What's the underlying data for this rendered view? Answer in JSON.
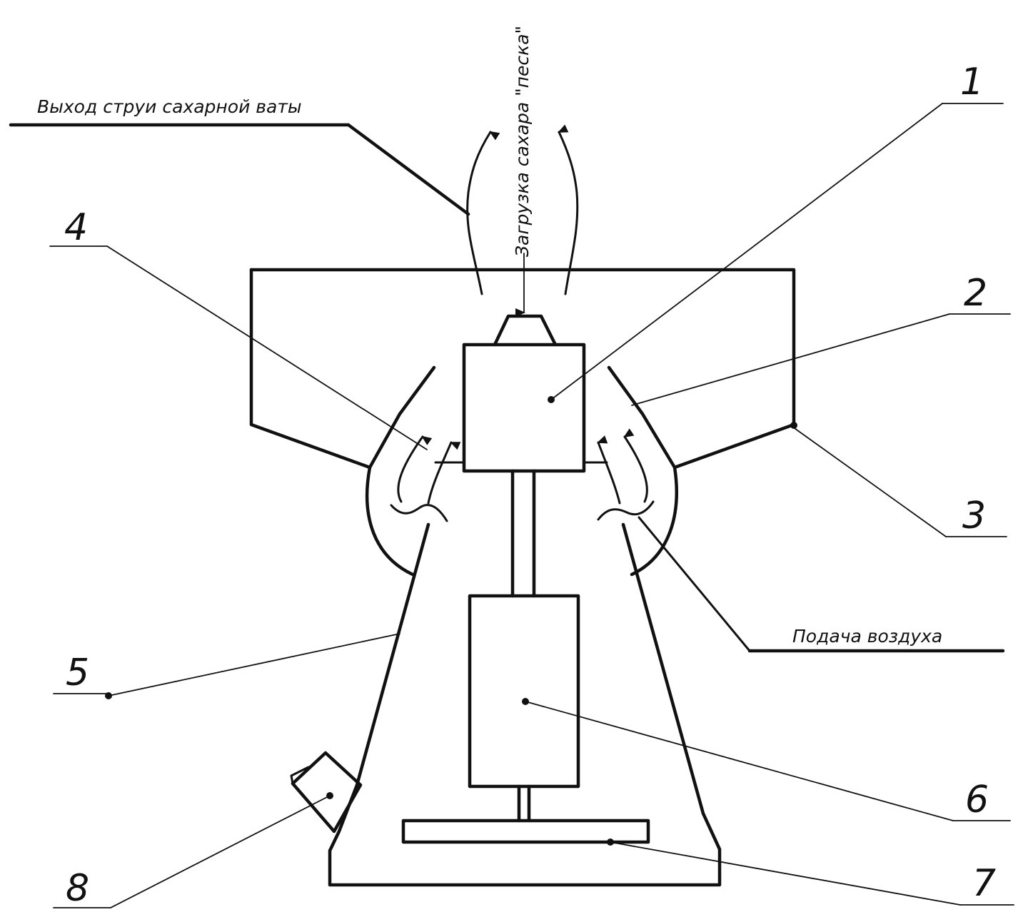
{
  "labels": {
    "sugar_floss_outlet": "Выход струи сахарной ваты",
    "sugar_loading": "Загрузка сахара \"песка\"",
    "air_supply": "Подача воздуха"
  },
  "part_numbers": [
    "1",
    "2",
    "3",
    "4",
    "5",
    "6",
    "7",
    "8"
  ]
}
